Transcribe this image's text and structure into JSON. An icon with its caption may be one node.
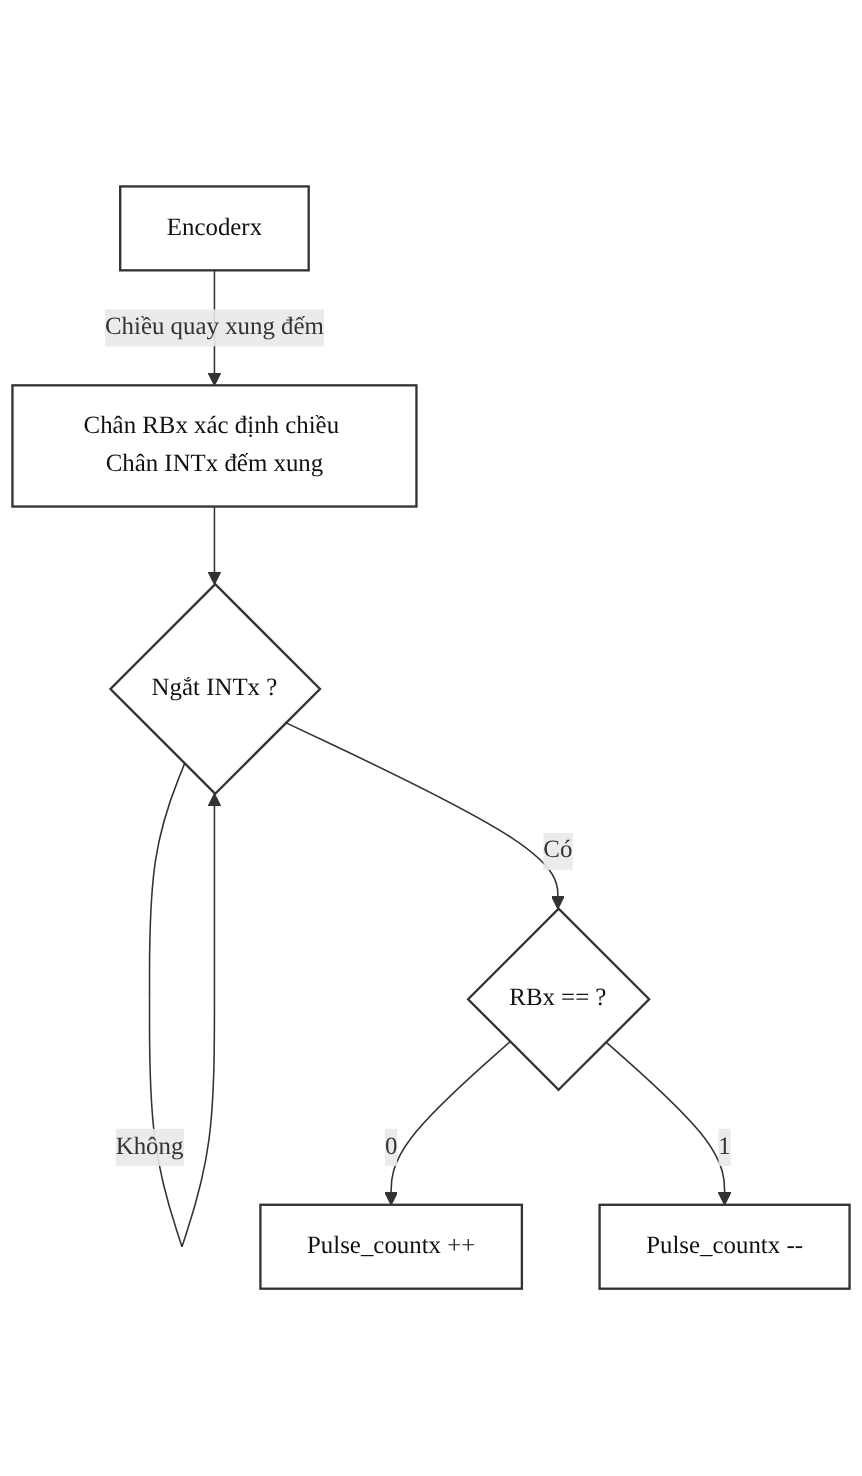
{
  "diagram": {
    "nodes": [
      {
        "text": [
          "Encoderx"
        ]
      },
      {
        "text": [
          "Chân RBx xác định chiều Chân INTx đếm xung"
        ]
      },
      {
        "text": [
          "Ngắt INTx ?"
        ]
      },
      {
        "text": [
          "RBx == ?"
        ]
      },
      {
        "text": [
          "Pulse_countx ++"
        ]
      },
      {
        "text": [
          "Pulse_countx --"
        ]
      }
    ],
    "edges": [
      {
        "from": 0,
        "to": 1,
        "arrow": "to",
        "label": "Chiều quay xung đếm"
      },
      {
        "from": 1,
        "to": 2,
        "arrow": "to"
      },
      {
        "from": 2,
        "to": 2,
        "arrow": "to",
        "label": "Không"
      },
      {
        "from": 2,
        "to": 3,
        "arrow": "to",
        "label": "Có"
      },
      {
        "from": 3,
        "to": 4,
        "arrow": "to",
        "label": "0"
      },
      {
        "from": 3,
        "to": 5,
        "arrow": "to",
        "label": "1"
      }
    ]
  }
}
